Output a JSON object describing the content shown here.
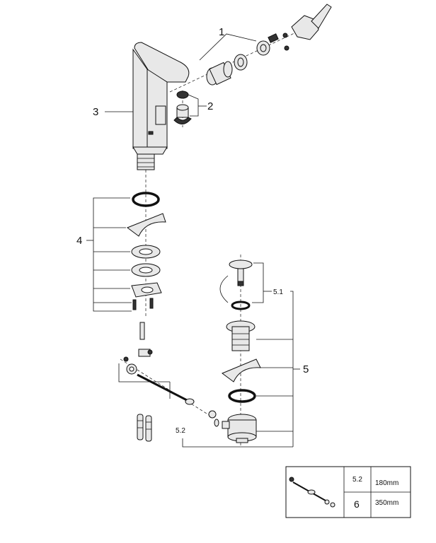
{
  "callouts": {
    "part_1": "1",
    "part_2": "2",
    "part_3": "3",
    "part_4": "4",
    "part_5": "5",
    "part_5_1": "5.1",
    "part_5_2": "5.2"
  },
  "inset_table": {
    "rows": [
      {
        "label": "5.2",
        "value": "180mm"
      },
      {
        "label": "6",
        "value": "350mm"
      }
    ]
  }
}
